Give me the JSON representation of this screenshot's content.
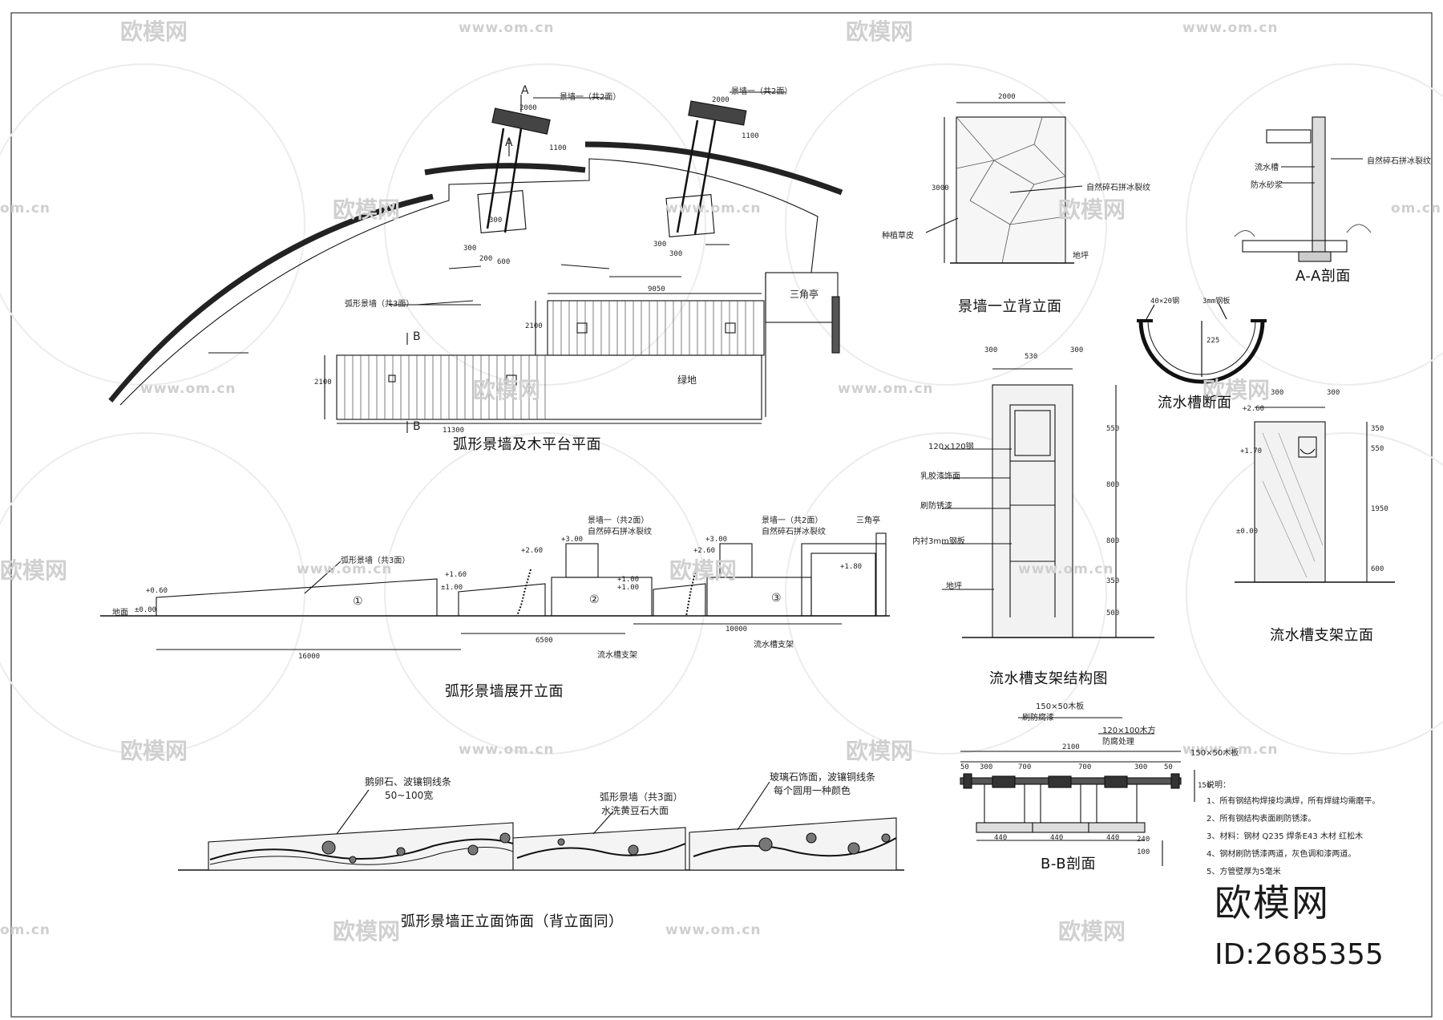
{
  "watermark": {
    "brand": "欧模网",
    "url": "www.om.cn",
    "url_fragment_left": "om.cn",
    "brand_fragment": "欧模网"
  },
  "branding": {
    "logo_text": "欧模网",
    "id_text": "ID:2685355"
  },
  "titles": {
    "plan": "弧形景墙及木平台平面",
    "unfolded_elevation": "弧形景墙展开立面",
    "front_facade": "弧形景墙正立面饰面（背立面同）",
    "wall_back_elevation": "景墙一立背立面",
    "section_aa": "A-A剖面",
    "channel_section": "流水槽断面",
    "support_structure": "流水槽支架结构图",
    "support_elevation": "流水槽支架立面",
    "section_bb": "B-B剖面"
  },
  "plan": {
    "section_marks": [
      "A",
      "A",
      "B",
      "B"
    ],
    "labels": {
      "wall_one_a": "景墙一（共2面）",
      "wall_one_b": "景墙一（共2面）",
      "arc_wall": "弧形景墙（共3面）",
      "lawn": "绿地",
      "pavilion": "三角亭"
    },
    "dims": {
      "d2000a": "2000",
      "d2000b": "2000",
      "d1100a": "1100",
      "d1100b": "1100",
      "d300a": "300",
      "d300b": "300",
      "d300c": "300",
      "d300d": "300",
      "d200": "200",
      "d600": "600",
      "d9050": "9050",
      "d2100a": "2100",
      "d2100b": "2100",
      "d11300": "11300"
    }
  },
  "elevation": {
    "labels": {
      "arc_wall": "弧形景墙（共3面）",
      "wall_one_a": "景墙一（共2面）",
      "wall_one_b": "景墙一（共2面）",
      "stone_a": "自然碎石拼冰裂纹",
      "stone_b": "自然碎石拼冰裂纹",
      "pavilion": "三角亭",
      "ground": "地面",
      "support_a": "流水槽支架",
      "support_b": "流水槽支架"
    },
    "levels": {
      "l0": "±0.00",
      "l060": "+0.60",
      "l100a": "±1.00",
      "l160": "+1.60",
      "l100b": "+1.00",
      "l260a": "+2.60",
      "l300a": "+3.00",
      "l260b": "+2.60",
      "l300b": "+3.00",
      "l100c": "+1.00",
      "l180": "+1.80"
    },
    "section_nums": [
      "①",
      "②",
      "③"
    ],
    "dims": {
      "d16000": "16000",
      "d6500": "6500",
      "d10000": "10000"
    }
  },
  "facade": {
    "labels": {
      "l1a": "鹅卵石、波镶铜线条",
      "l1b": "50~100宽",
      "l2a": "弧形景墙（共3面）",
      "l2b": "水洗黄豆石大面",
      "l3a": "玻璃石饰面，波镶铜线条",
      "l3b": "每个圆用一种颜色"
    }
  },
  "wall_back": {
    "dims": {
      "w": "2000",
      "h": "3000"
    },
    "labels": {
      "stone": "自然碎石拼冰裂纹",
      "grass": "种植草皮",
      "ground": "地坪"
    }
  },
  "section_aa": {
    "labels": {
      "channel": "流水槽",
      "stone": "自然碎石拼冰裂纹",
      "mortar": "防水砂浆"
    }
  },
  "channel_section": {
    "labels": {
      "steel": "40×20钢",
      "plate": "3mm钢板",
      "radius": "225"
    }
  },
  "support_structure": {
    "dims": {
      "a": "300",
      "b": "530",
      "c": "300",
      "h1": "550",
      "h2": "800",
      "h3": "800",
      "h4": "350",
      "h5": "500"
    },
    "labels": {
      "tube": "120×120钢",
      "l1": "乳胶漆饰面",
      "l2": "刷防锈漆",
      "l3": "内衬3mm钢板",
      "l4": "地坪"
    }
  },
  "support_elevation": {
    "dims": {
      "a": "300",
      "b": "300",
      "h1": "350",
      "h2": "550",
      "h3": "1950",
      "h4": "600"
    },
    "levels": {
      "l260": "+2.60",
      "l170": "+1.70",
      "l000": "±0.00"
    }
  },
  "section_bb": {
    "labels": {
      "top": "150×50木板",
      "note": "刷防腐漆",
      "beam": "120×100木方",
      "beam_note": "防腐处理",
      "right": "150×50木板"
    },
    "dims": {
      "total": "2100",
      "s1": "50",
      "s2": "300",
      "s3": "700",
      "s4": "700",
      "s5": "300",
      "s6": "50",
      "f1": "440",
      "f2": "440",
      "f3": "440",
      "h150": "150",
      "h240": "240",
      "h100": "100"
    }
  },
  "notes": {
    "title": "说明：",
    "items": [
      "1、所有钢结构焊接均满焊，所有焊缝均需磨平。",
      "2、所有钢结构表面刷防锈漆。",
      "3、材料：钢材  Q235  焊条E43  木材  红松木",
      "4、钢材刷防锈漆两道，灰色调和漆两道。",
      "5、方管壁厚为5毫米"
    ]
  }
}
